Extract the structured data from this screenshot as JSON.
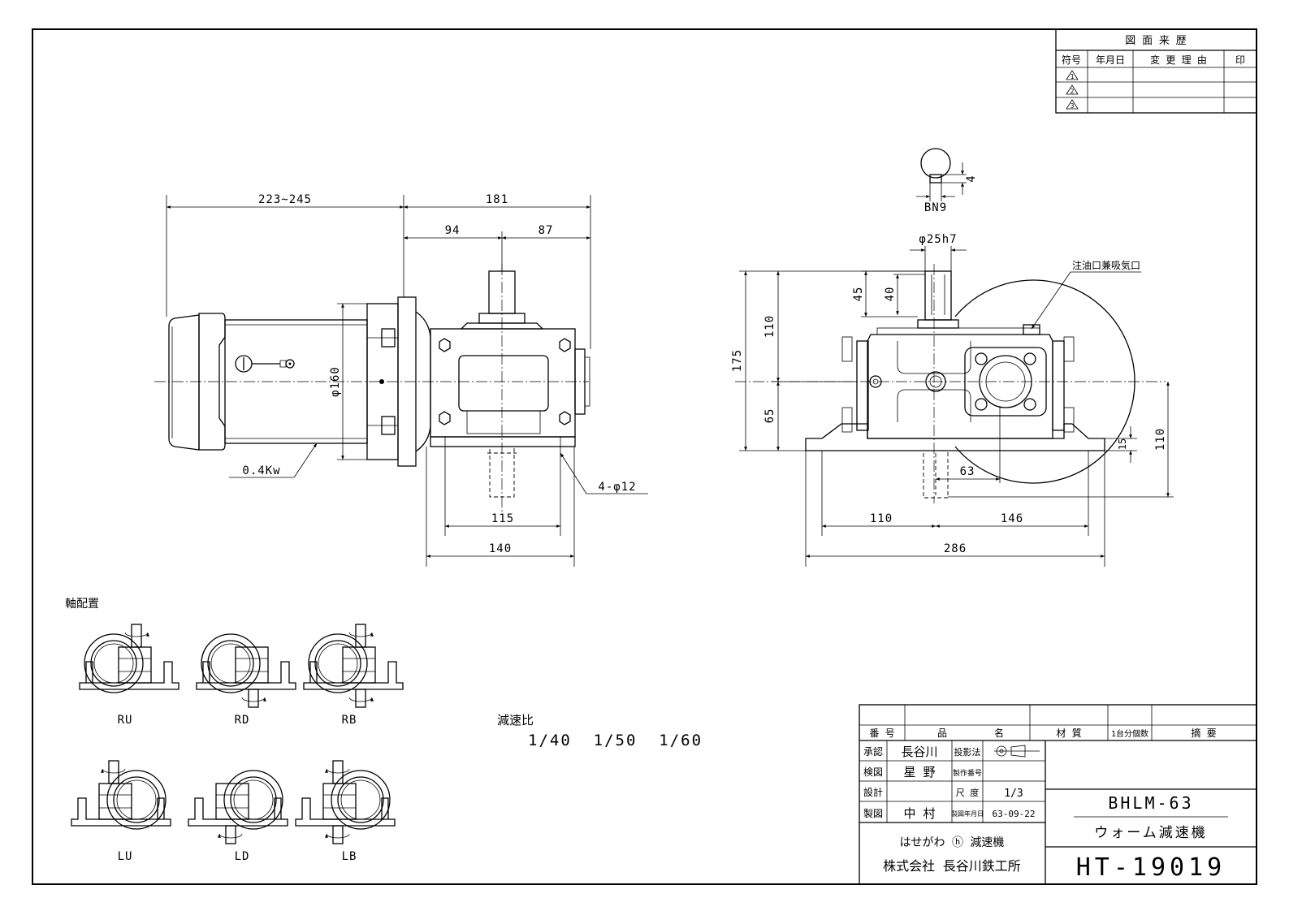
{
  "revision_table": {
    "title": "図 面 来 歴",
    "headers": [
      "符号",
      "年月日",
      "変 更 理 由",
      "印"
    ],
    "marks": [
      "1",
      "2",
      "3"
    ]
  },
  "dimensions": {
    "motor_length": "223~245",
    "gear_length": "181",
    "left_part": "94",
    "right_part": "87",
    "motor_diameter": "φ160",
    "motor_power": "0.4Kw",
    "bolt_holes": "4-φ12",
    "bolt_pitch": "115",
    "base_length": "140",
    "keyway": "BN9",
    "key_depth": "4",
    "shaft_dia": "φ25h7",
    "shaft_45": "45",
    "shaft_40": "40",
    "upper_height": "110",
    "total_height": "175",
    "lower_height": "65",
    "base_height": "110",
    "base_thickness": "15",
    "offset_63": "63",
    "left_width": "110",
    "right_width": "146",
    "total_width": "286",
    "oil_port": "注油口兼吸気口"
  },
  "shaft_arrangement": {
    "title": "軸配置",
    "labels": [
      "RU",
      "RD",
      "RB",
      "LU",
      "LD",
      "LB"
    ]
  },
  "reduction": {
    "label": "減速比",
    "ratios": "1/40  1/50  1/60"
  },
  "title_block": {
    "headers": {
      "number": "番 号",
      "name_a": "品",
      "name_b": "名",
      "material": "材 質",
      "qty": "1台分個数",
      "remarks": "摘 要"
    },
    "rows": [
      {
        "label": "承認",
        "value": "長谷川",
        "key": "投影法",
        "val": ""
      },
      {
        "label": "検図",
        "value": "星 野",
        "key": "製作番号",
        "val": ""
      },
      {
        "label": "設計",
        "value": "",
        "key": "尺 度",
        "val": "1/3"
      },
      {
        "label": "製図",
        "value": "中 村",
        "key": "製図年月日",
        "val": "63-09-22"
      }
    ],
    "model": "BHLM-63",
    "product": "ウォーム減速機",
    "brand": "はせがわ ⓗ 減速機",
    "company": "株式会社 長谷川鉄工所",
    "drawing_number": "HT-19019"
  }
}
